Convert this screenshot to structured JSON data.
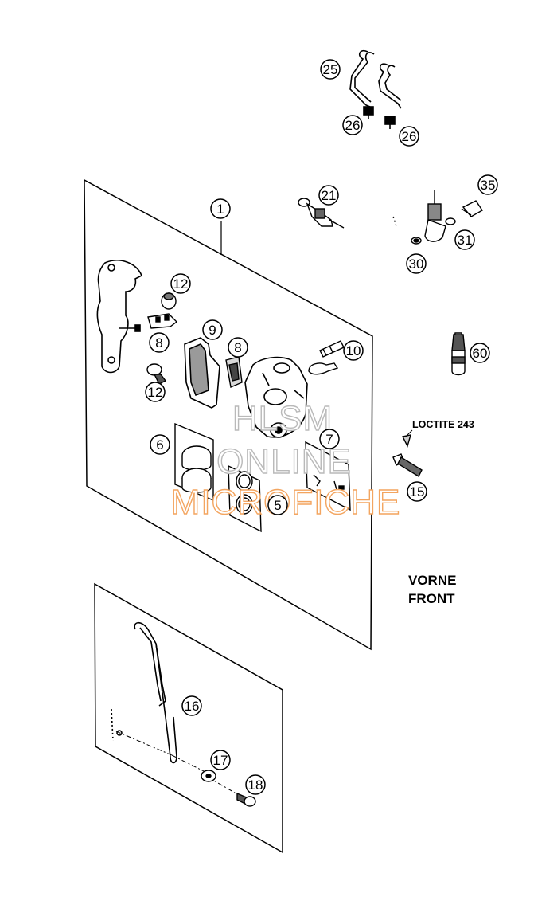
{
  "callouts": [
    "1",
    "5",
    "6",
    "7",
    "8",
    "8",
    "9",
    "10",
    "12",
    "12",
    "15",
    "16",
    "17",
    "18",
    "21",
    "25",
    "26",
    "26",
    "30",
    "31",
    "35",
    "60"
  ],
  "labels": {
    "loctite": "LOCTITE 243",
    "vorne": "VORNE",
    "front": "FRONT"
  },
  "watermark": {
    "line1": "HLSM",
    "line2": "ONLINE",
    "line3": "MICROFICHE"
  }
}
